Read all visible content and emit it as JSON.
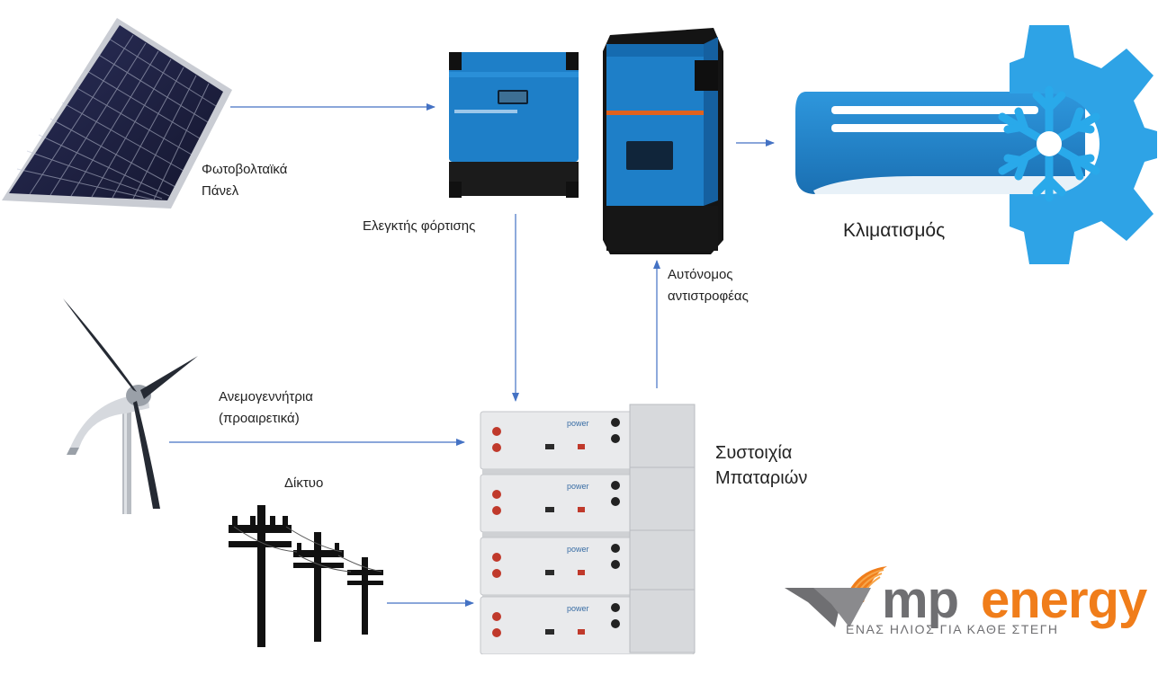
{
  "labels": {
    "pv_panels": "Φωτοβολταϊκά\nΠάνελ",
    "charge_controller": "Ελεγκτής φόρτισης",
    "inverter": "Αυτόνομος\nαντιστροφέας",
    "air_conditioning": "Κλιματισμός",
    "wind_turbine": "Ανεμογεννήτρια\n(προαιρετικά)",
    "grid": "Δίκτυο",
    "battery_bank": "Συστοιχία\nΜπαταριών"
  },
  "logo": {
    "mp": "mp",
    "energy": "energy",
    "tagline": "ΕΝΑΣ ΗΛΙΟΣ ΓΙΑ ΚΑΘΕ ΣΤΕΓΗ"
  },
  "device_text": {
    "battery_brand": "power"
  },
  "colors": {
    "arrow": "#4472c4",
    "inverter_blue": "#1e7fc8",
    "ac_blue": "#1f86cf",
    "logo_orange": "#f07d1a",
    "logo_grey": "#6f6f72"
  }
}
